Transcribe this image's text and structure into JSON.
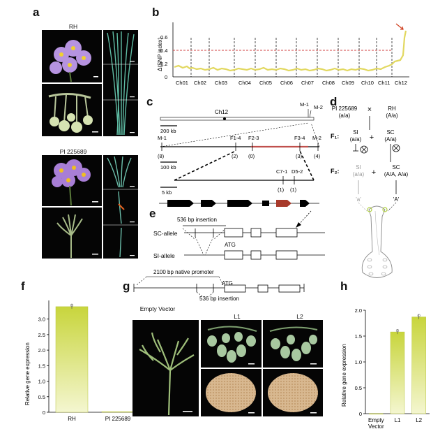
{
  "panels": {
    "a": {
      "label": "a",
      "rh_title": "RH",
      "pi_title": "PI 225689"
    },
    "b": {
      "label": "b",
      "ylabel": "Δ(SNP index)",
      "yticks": [
        "0",
        "0.2",
        "0.4",
        "0.6"
      ],
      "chromosomes": [
        "Ch01",
        "Ch02",
        "Ch03",
        "Ch04",
        "Ch05",
        "Ch06",
        "Ch07",
        "Ch08",
        "Ch09",
        "Ch10",
        "Ch11",
        "Ch12"
      ]
    },
    "c": {
      "label": "c",
      "ch12": "Ch12",
      "scale1": "200 kb",
      "scale2": "100 kb",
      "scale3": "5 kb",
      "m1": "M-1",
      "m2": "M-2",
      "markers": [
        {
          "name": "M-1",
          "count": "(8)"
        },
        {
          "name": "F1-4",
          "count": "(2)"
        },
        {
          "name": "F2-3",
          "count": "(0)"
        },
        {
          "name": "F3-4",
          "count": "(3)"
        },
        {
          "name": "M-2",
          "count": "(4)"
        }
      ],
      "fine": [
        {
          "name": "C7-1",
          "count": "(1)"
        },
        {
          "name": "D5-2",
          "count": "(1)"
        }
      ]
    },
    "d": {
      "label": "d",
      "parent1": "PI 225689",
      "parent1_geno": "(a/a)",
      "cross": "×",
      "parent2": "RH",
      "parent2_geno": "(A/a)",
      "f1": "F₁:",
      "f2": "F₂:",
      "si": "SI",
      "si_geno": "(a/a)",
      "sc": "SC",
      "sc_geno": "(A/a)",
      "plus": "+",
      "f2_si": "SI",
      "f2_si_geno": "(a/a)",
      "f2_sc": "SC",
      "f2_sc_geno": "(A/A, A/a)",
      "pollen_a": "'a'",
      "pollen_A": "'A'"
    },
    "e": {
      "label": "e",
      "insertion": "536 bp insertion",
      "sc_allele": "SC-allele",
      "si_allele": "SI-allele",
      "atg": "ATG"
    },
    "f": {
      "label": "f",
      "ylabel": "Relative gene expression"
    },
    "g": {
      "label": "g",
      "promoter": "2100 bp native promoter",
      "insertion": "536 bp insertion",
      "atg": "ATG",
      "empty": "Empty Vector",
      "l1": "L1",
      "l2": "L2"
    },
    "h": {
      "label": "h",
      "ylabel": "Relative gene expression"
    }
  },
  "chart_data": [
    {
      "type": "bar",
      "panel": "f",
      "categories": [
        "RH",
        "PI 225689"
      ],
      "values": [
        3.4,
        0.02
      ],
      "ylim": [
        0,
        3.6
      ],
      "yticks": [
        0,
        0.5,
        1.0,
        1.5,
        2.0,
        2.5,
        3.0
      ],
      "ylabel": "Relative gene expression"
    },
    {
      "type": "bar",
      "panel": "h",
      "categories": [
        "Empty Vector",
        "L1",
        "L2"
      ],
      "values": [
        0.0,
        1.58,
        1.87
      ],
      "ylim": [
        0,
        2.0
      ],
      "yticks": [
        0,
        0.5,
        1.0,
        1.5,
        2.0
      ],
      "ylabel": "Relative gene expression"
    }
  ],
  "colors": {
    "bar_top": "#c8d53c",
    "bar_bottom": "#f4f6d0",
    "threshold": "#d04040",
    "snp": "#e2d860",
    "highlight": "#c0504d"
  }
}
